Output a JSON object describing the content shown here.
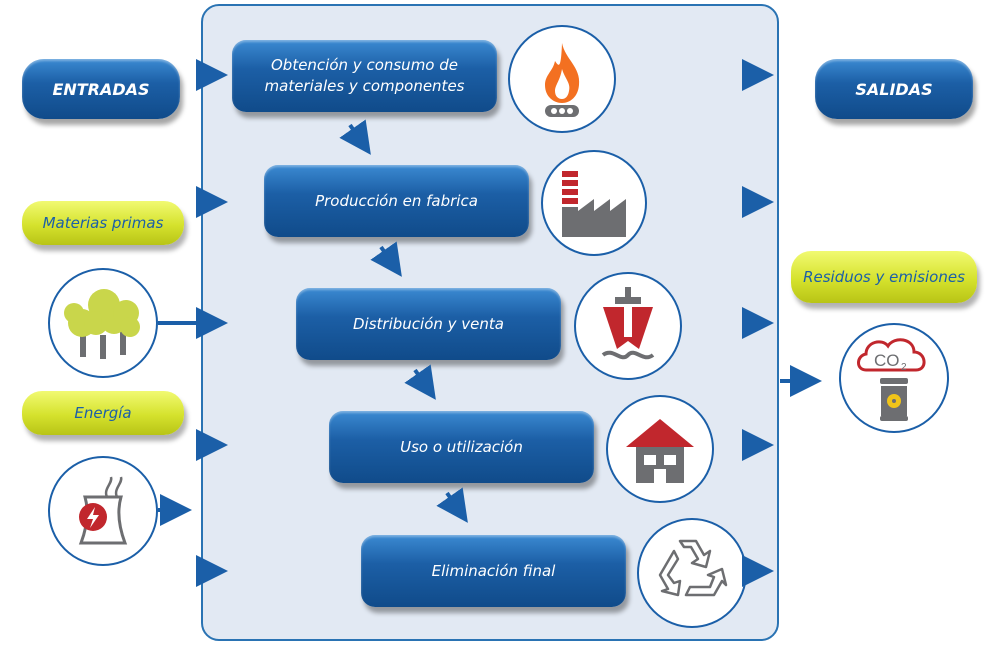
{
  "inputs_label": "ENTRADAS",
  "outputs_label": "SALIDAS",
  "raw_materials_label": "Materias primas",
  "energy_label": "Energía",
  "waste_label": "Residuos y emisiones",
  "co2_text": "CO",
  "co2_sub": "2",
  "stages": [
    {
      "line1": "Obtención y consumo de",
      "line2": "materiales y componentes",
      "icon": "gas-flame-icon"
    },
    {
      "label": "Producción en fabrica",
      "icon": "factory-icon"
    },
    {
      "label": "Distribución y venta",
      "icon": "ship-icon"
    },
    {
      "label": "Uso o utilización",
      "icon": "house-icon"
    },
    {
      "label": "Eliminación final",
      "icon": "recycle-icon"
    }
  ],
  "side_icons": [
    "trees-icon",
    "power-plant-icon",
    "co2-barrel-icon"
  ],
  "colors": {
    "blue": "#1b5fa8",
    "panel": "#e2e9f3",
    "green": "#d5e22d",
    "orange": "#f37021",
    "red": "#c1272d",
    "gray": "#6d6e71",
    "tree": "#c9d64b"
  }
}
